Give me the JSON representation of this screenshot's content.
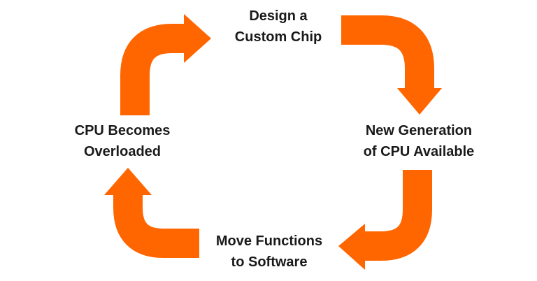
{
  "diagram": {
    "accent_color": "#FF6600",
    "steps": [
      {
        "id": "top",
        "lines": [
          "Design a",
          "Custom Chip"
        ]
      },
      {
        "id": "right",
        "lines": [
          "New Generation",
          "of CPU Available"
        ]
      },
      {
        "id": "bottom",
        "lines": [
          "Move Functions",
          "to Software"
        ]
      },
      {
        "id": "left",
        "lines": [
          "CPU Becomes",
          "Overloaded"
        ]
      }
    ]
  }
}
